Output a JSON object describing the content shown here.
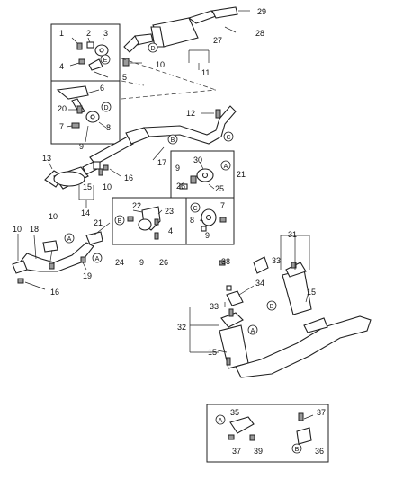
{
  "callouts": {
    "n1": "1",
    "n2": "2",
    "n3": "3",
    "n4a": "4",
    "n4b": "4",
    "n5": "5",
    "n6": "6",
    "n7a": "7",
    "n7b": "7",
    "n8a": "8",
    "n8b": "8",
    "n9a": "9",
    "n9b": "9",
    "n9c": "9",
    "n9d": "9",
    "n10a": "10",
    "n10b": "10",
    "n10c": "10",
    "n10d": "10",
    "n11": "11",
    "n12": "12",
    "n13": "13",
    "n14": "14",
    "n15a": "15",
    "n15b": "15",
    "n15c": "15",
    "n16a": "16",
    "n16b": "16",
    "n17": "17",
    "n18": "18",
    "n19": "19",
    "n20": "20",
    "n21a": "21",
    "n21b": "21",
    "n22": "22",
    "n23": "23",
    "n24": "24",
    "n25": "25",
    "n26a": "26",
    "n26b": "26",
    "n27": "27",
    "n28": "28",
    "n29": "29",
    "n30": "30",
    "n31": "31",
    "n32": "32",
    "n33a": "33",
    "n33b": "33",
    "n34": "34",
    "n35": "35",
    "n36": "36",
    "n37a": "37",
    "n37b": "37",
    "n38": "38",
    "n39": "39"
  },
  "refs": {
    "A": "A",
    "B": "B",
    "C": "C",
    "D": "D",
    "E": "E"
  }
}
